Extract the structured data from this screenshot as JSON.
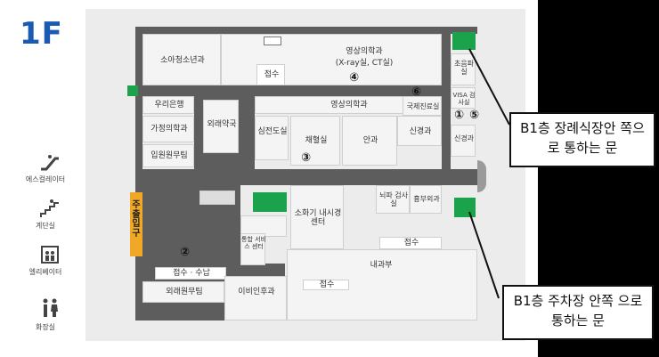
{
  "floor": "1F",
  "legend": [
    {
      "label": "에스컬레이터",
      "icon": "escalator-icon"
    },
    {
      "label": "계단실",
      "icon": "stairs-icon"
    },
    {
      "label": "엘리베이터",
      "icon": "elevator-icon"
    },
    {
      "label": "화장실",
      "icon": "restroom-icon"
    }
  ],
  "rooms": {
    "pediatrics": "소아청소년과",
    "radiology_top": "영상의학과",
    "radiology_top_sub": "(X-ray실, CT실)",
    "reception_top": "접수",
    "woori_bank": "우리은행",
    "family_medicine": "가정의학과",
    "admission_office": "입원원무팀",
    "outside_pharmacy": "외래약국",
    "radiology_mid": "영상의학과",
    "international": "국제진료실",
    "echo": "심전도실",
    "blood_draw": "채혈실",
    "ophthalmology": "안과",
    "nephrology": "신경과",
    "ultrasound": "초음파실",
    "visa": "VISA 검사실",
    "neurology": "신경과",
    "main_entrance": "주출입구",
    "endoscopy": "소화기 내시경센터",
    "eeg": "뇌파 검사실",
    "pulmonology": "흉부외과",
    "reception_right": "접수",
    "integrated_service": "통합 서비스 센터",
    "reception_payment": "접수 · 수납",
    "outpatient_office": "외래원무팀",
    "ent": "이비인후과",
    "internal_medicine": "내과부",
    "reception_bottom": "접수"
  },
  "markers": {
    "m1": "①",
    "m2": "②",
    "m3": "③",
    "m4": "④",
    "m5": "⑤",
    "m6": "⑥"
  },
  "callouts": {
    "top": "B1층 장례식장안 쪽으로 통하는 문",
    "bottom": "B1층 주차장 안쪽 으로 통하는 문"
  }
}
